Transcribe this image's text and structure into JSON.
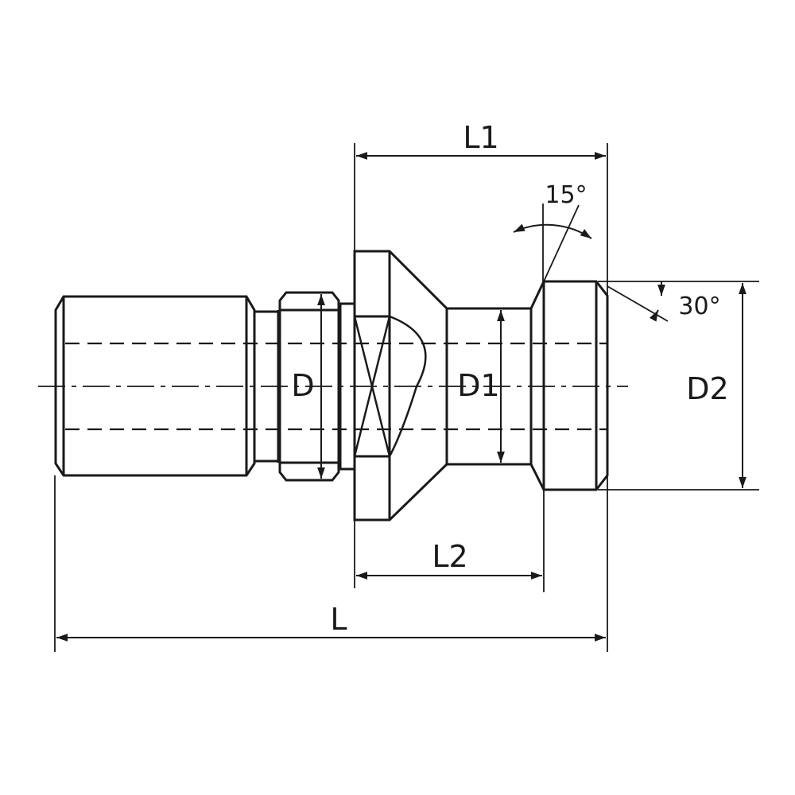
{
  "drawing": {
    "labels": {
      "D": "D",
      "D1": "D1",
      "D2": "D2",
      "L": "L",
      "L1": "L1",
      "L2": "L2",
      "angle_15": "15°",
      "angle_30": "30°"
    }
  }
}
